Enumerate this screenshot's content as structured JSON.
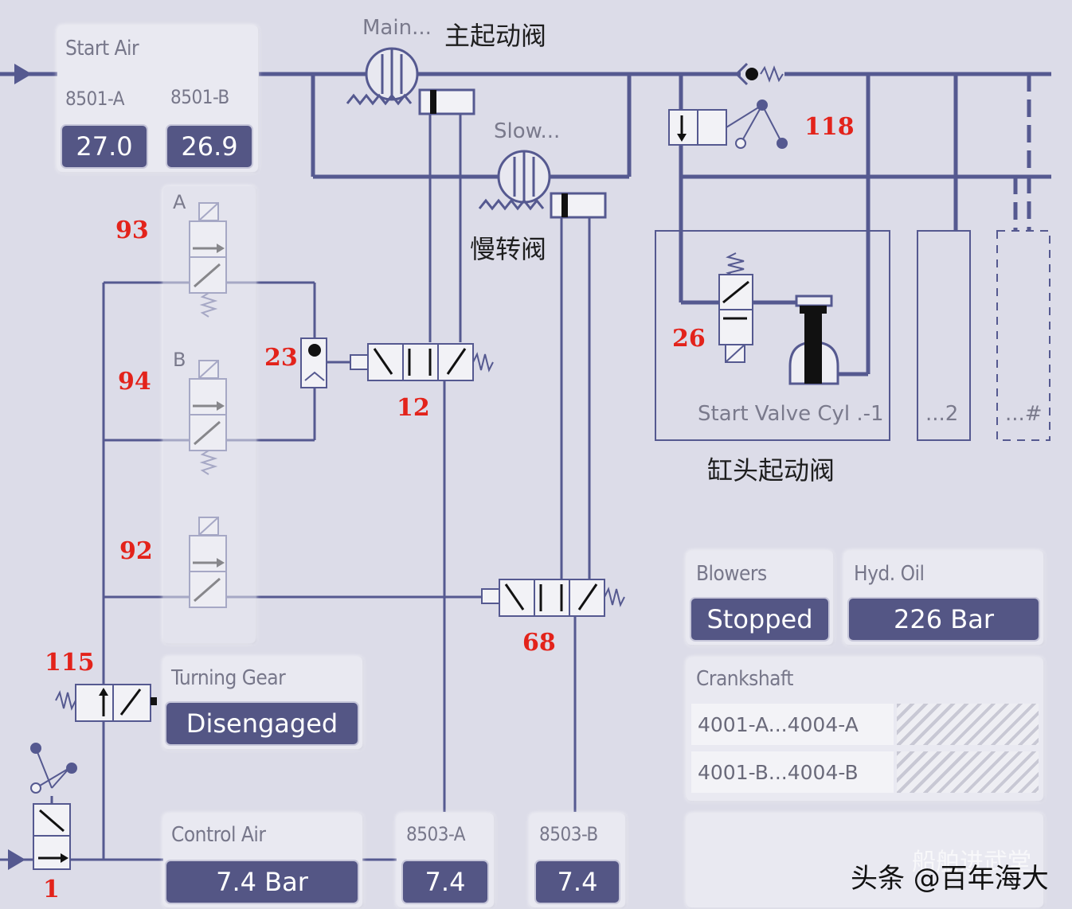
{
  "start_air": {
    "title": "Start Air",
    "a_label": "8501-A",
    "a_value": "27.0",
    "b_label": "8501-B",
    "b_value": "26.9"
  },
  "main_valve": {
    "label": "Main...",
    "cn": "主起动阀"
  },
  "slow_valve": {
    "label": "Slow...",
    "cn": "慢转阀"
  },
  "start_valve_cyl": {
    "label": "Start Valve Cyl .-1",
    "cn": "缸头起动阀"
  },
  "cyl2_label": "...2",
  "cylN_label": "...#",
  "solenoid_letters": {
    "a": "A",
    "b": "B"
  },
  "numbers": {
    "n93": "93",
    "n94": "94",
    "n92": "92",
    "n23": "23",
    "n12": "12",
    "n68": "68",
    "n118": "118",
    "n26": "26",
    "n115": "115",
    "n1": "1"
  },
  "turning_gear": {
    "title": "Turning Gear",
    "value": "Disengaged"
  },
  "control_air": {
    "title": "Control Air",
    "value": "7.4 Bar"
  },
  "p8503a": {
    "title": "8503-A",
    "value": "7.4"
  },
  "p8503b": {
    "title": "8503-B",
    "value": "7.4"
  },
  "blowers": {
    "title": "Blowers",
    "value": "Stopped"
  },
  "hyd_oil": {
    "title": "Hyd. Oil",
    "value": "226 Bar"
  },
  "crankshaft": {
    "title": "Crankshaft",
    "row1": "4001-A...4004-A",
    "row2": "4001-B...4004-B"
  },
  "watermark": {
    "line1": "船舶进武堂",
    "line2": "头条 @百年海大"
  },
  "colors": {
    "line": "#555990",
    "panel_value": "#545685",
    "number_red": "#e3231b"
  }
}
